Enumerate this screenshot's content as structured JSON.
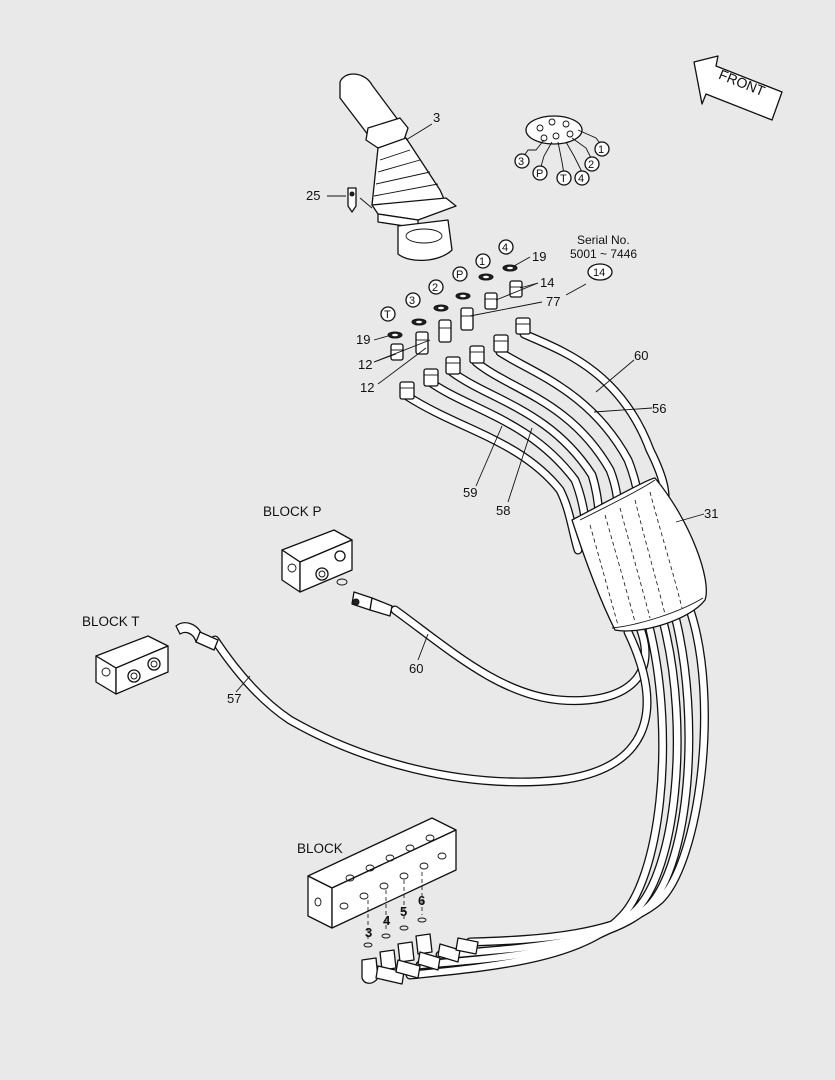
{
  "front_arrow": {
    "label": "FRONT"
  },
  "serial": {
    "line1": "Serial No.",
    "line2": "5001 ~ 7446"
  },
  "headings": {
    "block_p": "BLOCK P",
    "block_t": "BLOCK  T",
    "block": "BLOCK"
  },
  "callouts": {
    "c3": "3",
    "c25": "25",
    "c19a": "19",
    "c14a": "14",
    "c77": "77",
    "c19b": "19",
    "c12a": "12",
    "c12b": "12",
    "c60a": "60",
    "c56": "56",
    "c59": "59",
    "c58": "58",
    "c31": "31",
    "c60b": "60",
    "c57": "57"
  },
  "circled": {
    "port_t": "T",
    "port_3": "3",
    "port_2": "2",
    "port_p": "P",
    "port_1": "1",
    "port_4": "4",
    "serial_14": "14",
    "pat_1": "1",
    "pat_2": "2",
    "pat_3": "3",
    "pat_p": "P",
    "pat_t": "T",
    "pat_4": "4"
  },
  "block_ports": {
    "b3": "3",
    "b4": "4",
    "b5": "5",
    "b6": "6"
  },
  "colors": {
    "background": "#e9e9e9",
    "line": "#111111",
    "fill": "#ffffff"
  }
}
